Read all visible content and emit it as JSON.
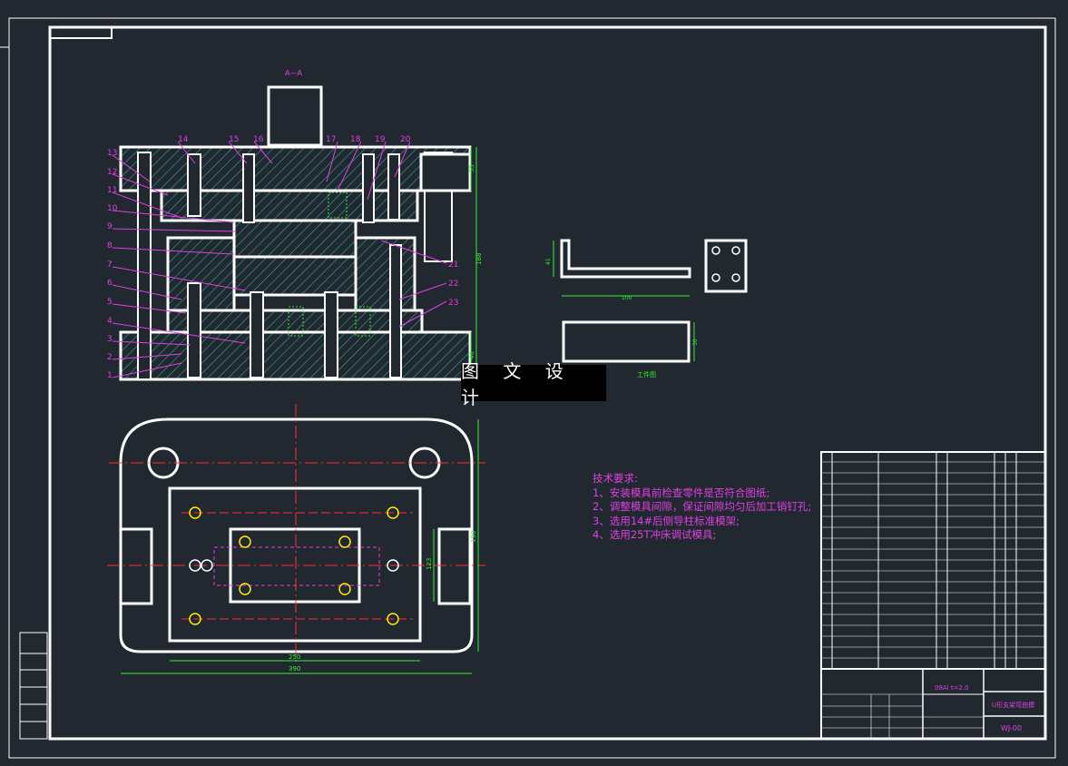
{
  "section_label": "A—A",
  "workpiece_caption": "工件图",
  "watermark": "图 文 设 计",
  "tech_requirements": {
    "title": "技术要求:",
    "items": [
      "1、安装模具前检查零件是否符合图纸;",
      "2、调整模具间隙，保证间隙均匀后加工销钉孔;",
      "3、选用14#后侧导柱标准模架;",
      "4、选用25T冲床调试模具;"
    ]
  },
  "part_numbers": [
    "1",
    "2",
    "3",
    "4",
    "5",
    "6",
    "7",
    "8",
    "9",
    "10",
    "11",
    "12",
    "13",
    "14",
    "15",
    "16",
    "17",
    "18",
    "19",
    "20",
    "21",
    "22",
    "23"
  ],
  "dimensions": {
    "overall_width": "390",
    "inner_width": "250",
    "height_right": "190",
    "inner_height": "123",
    "section_height": "188",
    "top_plate": "35",
    "bottom_plate": "40",
    "part_length": "100",
    "part_height": "41",
    "part_width": "30"
  },
  "title_block": {
    "drawing_number": "WJ-00",
    "part_name": "U形支架弯曲模",
    "material": "08Al t=2.0"
  },
  "colors": {
    "background": "#212830",
    "outline": "#ffffff",
    "leader": "#e040e0",
    "dimension": "#33ee33",
    "hatch": "#2fa8a0",
    "centerline": "#ff3030",
    "accent": "#ffee00"
  }
}
